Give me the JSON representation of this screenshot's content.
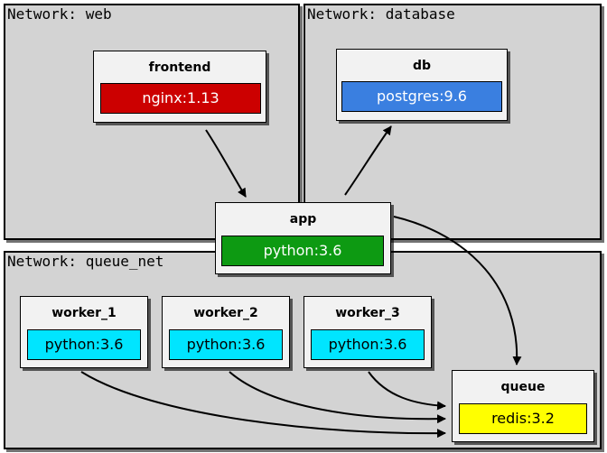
{
  "networks": {
    "web": {
      "label": "Network: web"
    },
    "database": {
      "label": "Network: database"
    },
    "queue_net": {
      "label": "Network: queue_net"
    }
  },
  "services": {
    "frontend": {
      "name": "frontend",
      "image": "nginx:1.13",
      "color": "#cc0000",
      "text_color": "#ffffff"
    },
    "db": {
      "name": "db",
      "image": "postgres:9.6",
      "color": "#3a7fe0",
      "text_color": "#ffffff"
    },
    "app": {
      "name": "app",
      "image": "python:3.6",
      "color": "#0d9a12",
      "text_color": "#ffffff"
    },
    "worker_1": {
      "name": "worker_1",
      "image": "python:3.6",
      "color": "#00e5ff",
      "text_color": "#000000"
    },
    "worker_2": {
      "name": "worker_2",
      "image": "python:3.6",
      "color": "#00e5ff",
      "text_color": "#000000"
    },
    "worker_3": {
      "name": "worker_3",
      "image": "python:3.6",
      "color": "#00e5ff",
      "text_color": "#000000"
    },
    "queue": {
      "name": "queue",
      "image": "redis:3.2",
      "color": "#ffff00",
      "text_color": "#000000"
    }
  },
  "edges": [
    {
      "from": "frontend",
      "to": "app"
    },
    {
      "from": "app",
      "to": "db"
    },
    {
      "from": "app",
      "to": "queue"
    },
    {
      "from": "worker_1",
      "to": "queue"
    },
    {
      "from": "worker_2",
      "to": "queue"
    },
    {
      "from": "worker_3",
      "to": "queue"
    }
  ]
}
